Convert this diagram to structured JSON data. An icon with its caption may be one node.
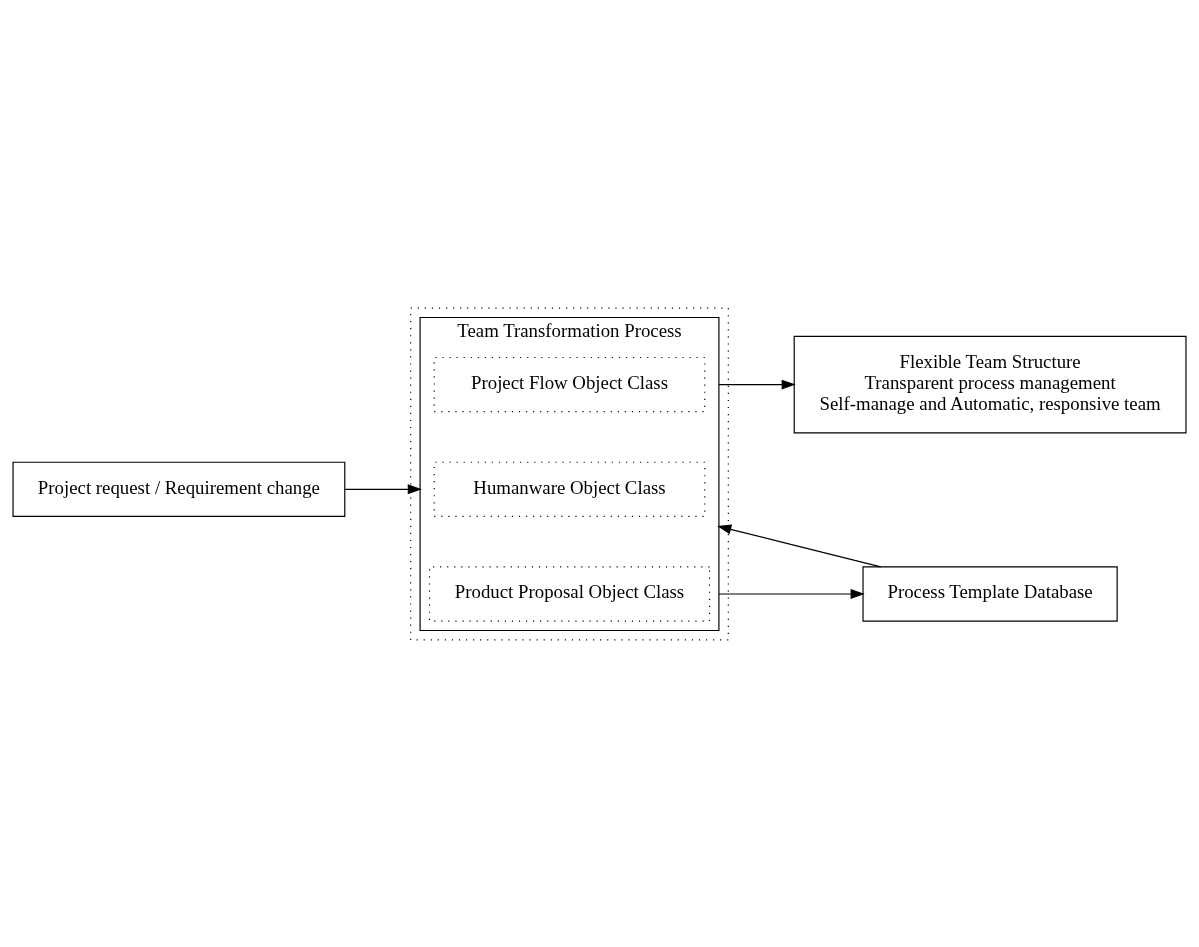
{
  "diagram": {
    "nodes": [
      {
        "text": [
          "Project request / Requirement change"
        ]
      },
      {
        "text": [],
        "shape": "box"
      },
      {
        "text": [
          "Team Transformation Process"
        ],
        "in": 1
      },
      {
        "text": [
          "Project Flow Object Class"
        ],
        "in": 2
      },
      {
        "text": [
          "Humanware Object Class"
        ],
        "in": 2
      },
      {
        "text": [
          "Product Proposal Object Class"
        ],
        "in": 2
      },
      {
        "text": [
          "Process Template Database"
        ]
      },
      {
        "text": [
          "Flexible Team Structure",
          "Transparent process management",
          "Self-manage and Automatic, responsive team"
        ]
      }
    ],
    "edges": [
      {
        "from": 0,
        "to": 2,
        "arrow": "to"
      },
      {
        "from": 2,
        "to": 7,
        "arrow": "to"
      },
      {
        "from": 2,
        "to": 6,
        "arrow": "to"
      },
      {
        "from": 6,
        "to": 2,
        "arrow": "to"
      }
    ]
  }
}
